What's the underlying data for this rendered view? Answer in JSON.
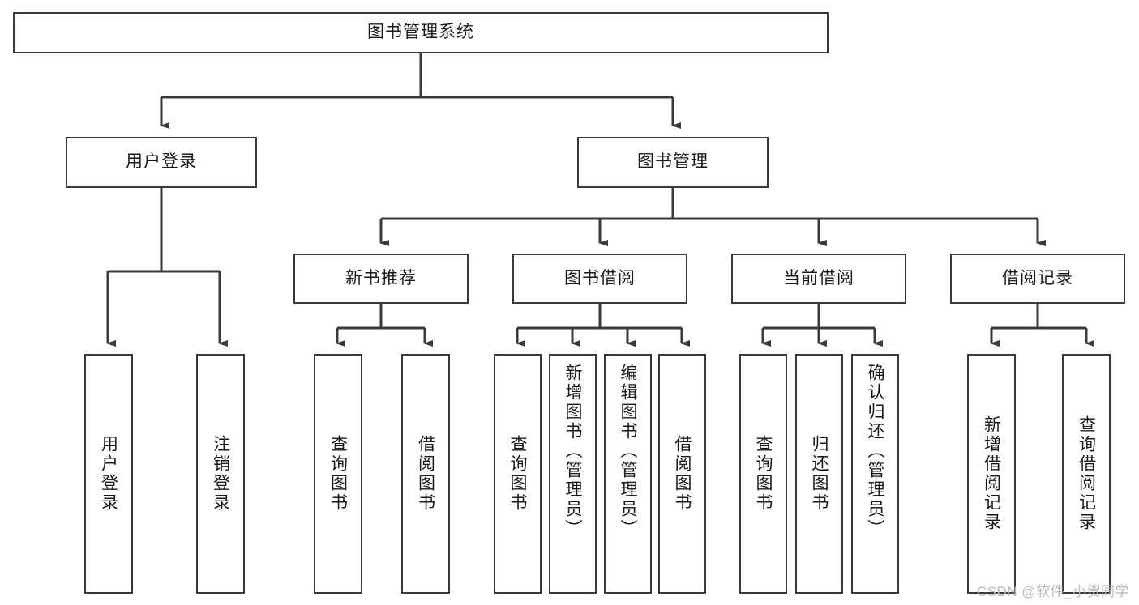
{
  "diagram": {
    "title": "图书管理系统",
    "type": "tree",
    "watermark": "CSDN @软件_小贺同学",
    "root": {
      "label": "图书管理系统"
    },
    "level2": [
      {
        "label": "用户登录"
      },
      {
        "label": "图书管理"
      }
    ],
    "level3": [
      {
        "label": "新书推荐"
      },
      {
        "label": "图书借阅"
      },
      {
        "label": "当前借阅"
      },
      {
        "label": "借阅记录"
      }
    ],
    "leaves": {
      "user_login": [
        {
          "label": "用户登录"
        },
        {
          "label": "注销登录"
        }
      ],
      "new_book_recommend": [
        {
          "label": "查询图书"
        },
        {
          "label": "借阅图书"
        }
      ],
      "book_borrow": [
        {
          "label": "查询图书"
        },
        {
          "label": "新增图书（管理员）"
        },
        {
          "label": "编辑图书（管理员）"
        },
        {
          "label": "借阅图书"
        }
      ],
      "current_borrow": [
        {
          "label": "查询图书"
        },
        {
          "label": "归还图书"
        },
        {
          "label": "确认归还（管理员）"
        }
      ],
      "borrow_record": [
        {
          "label": "新增借阅记录"
        },
        {
          "label": "查询借阅记录"
        }
      ]
    },
    "colors": {
      "stroke": "#3a3a3a",
      "fill": "#ffffff",
      "text": "#1a1a1a",
      "watermark": "#b9b9b9"
    }
  }
}
